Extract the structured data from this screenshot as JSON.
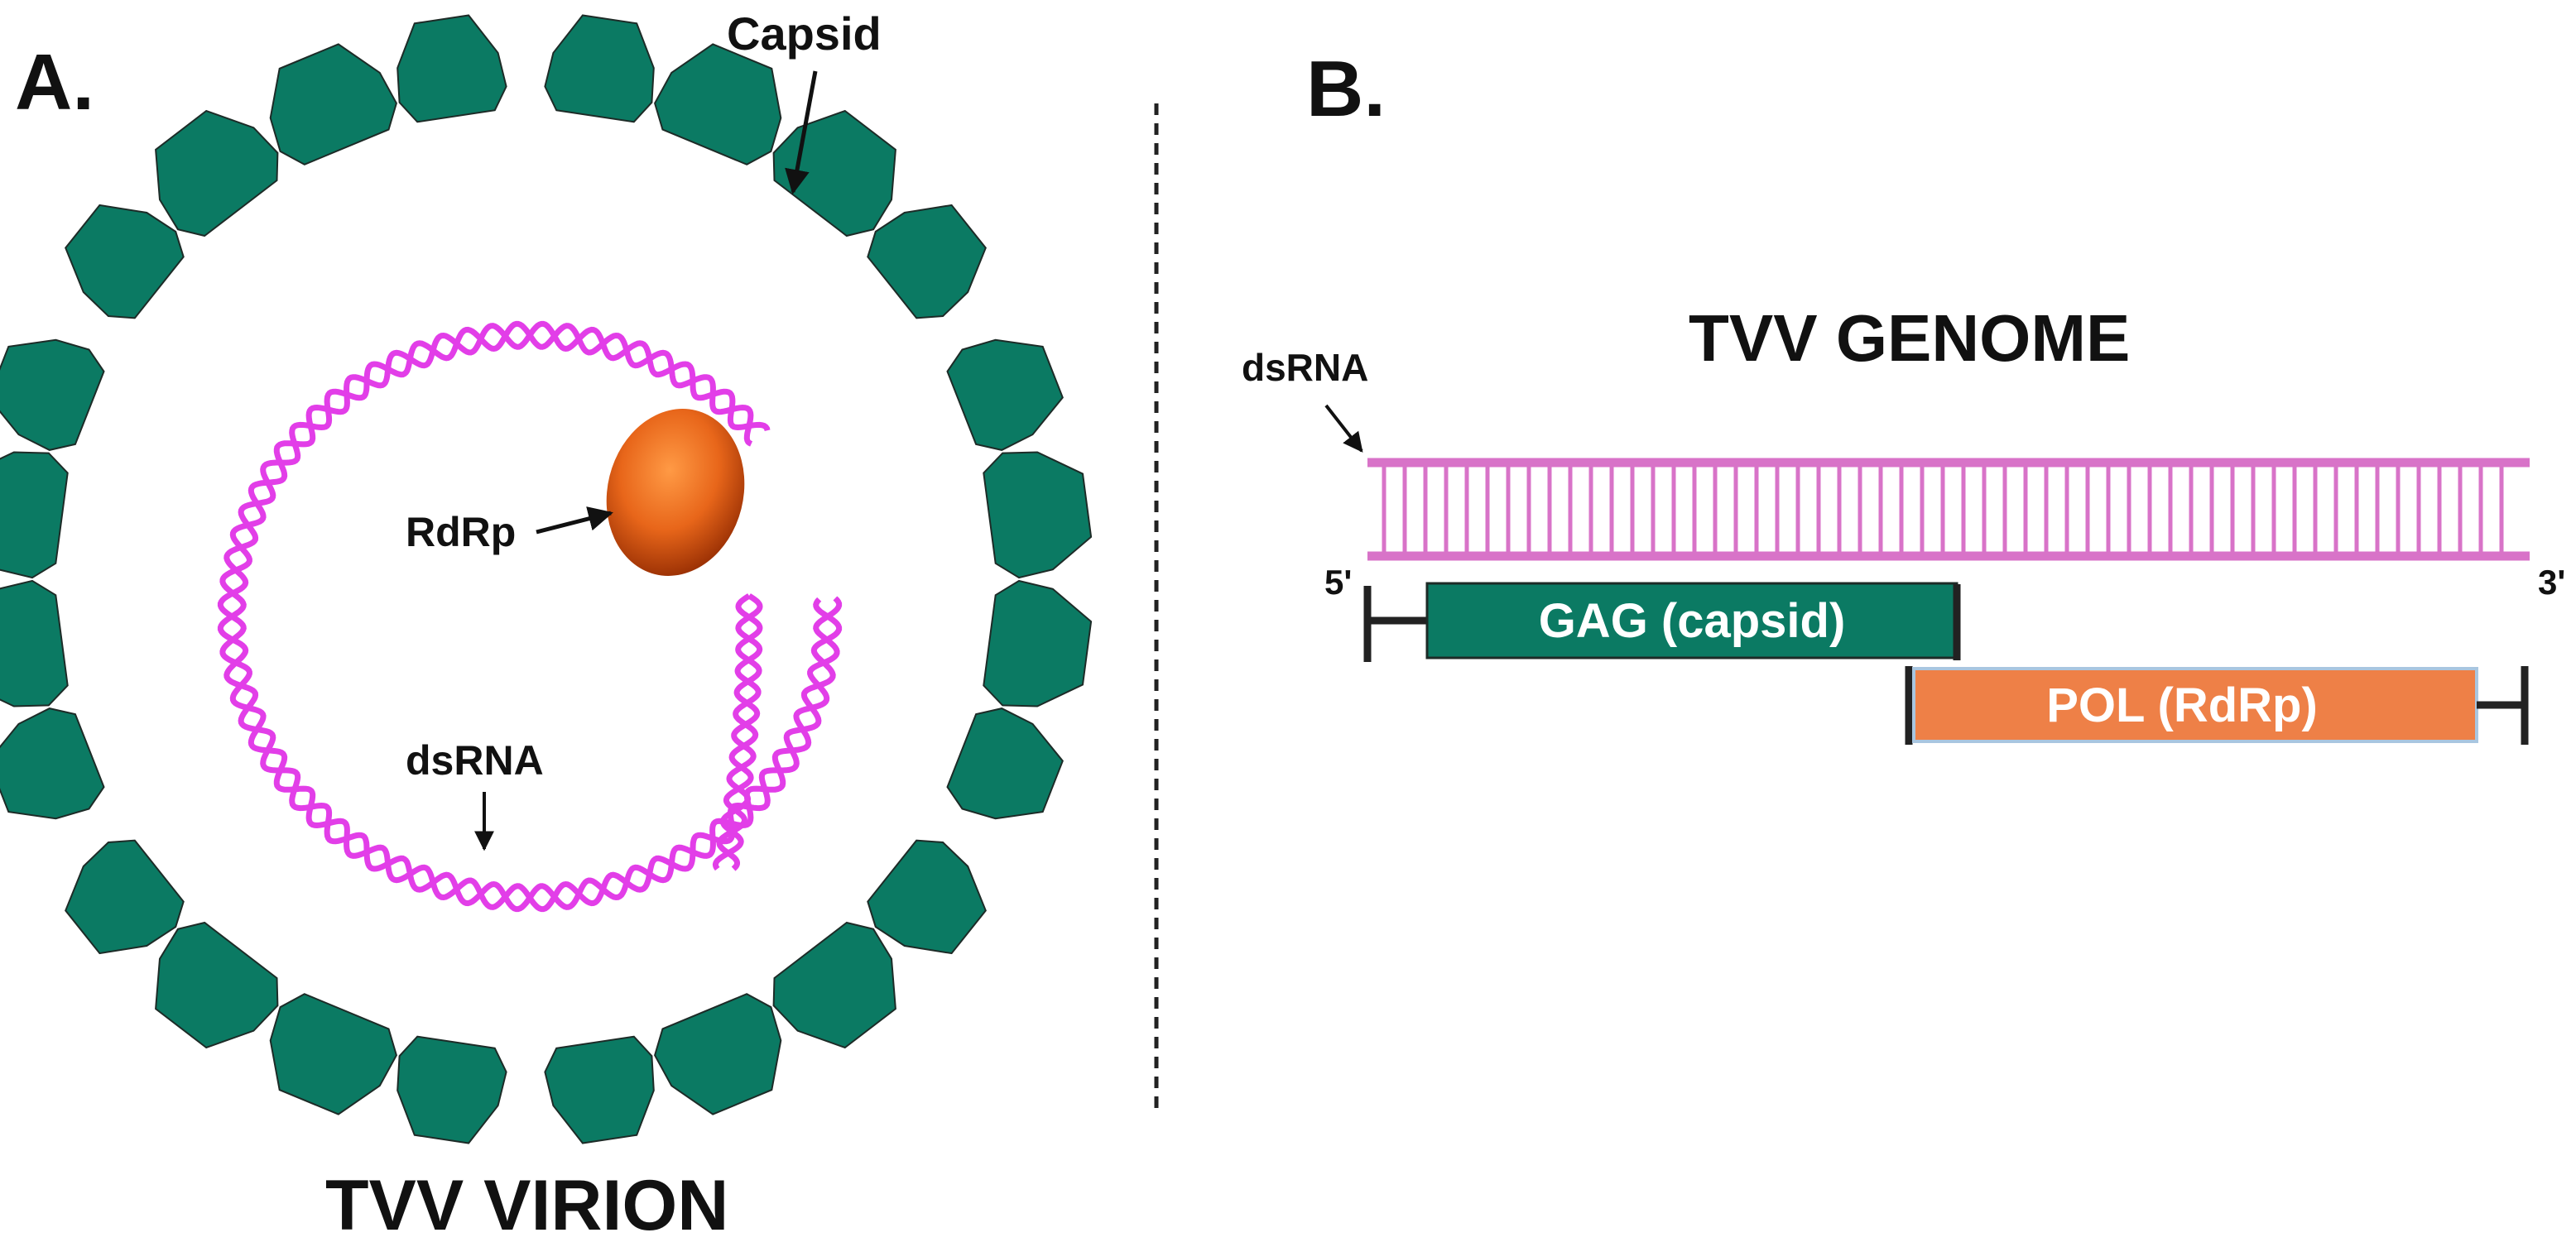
{
  "colors": {
    "capsid": "#0b7a63",
    "capsid_stroke": "#1d2b27",
    "rna": "#e23ee8",
    "genome_rna": "#d873c8",
    "rdrp_light": "#ff8b3a",
    "rdrp_dark": "#b03a05",
    "gag": "#0b7a63",
    "pol": "#ee8047",
    "pol_border": "#a9c6e0",
    "divider": "#222222",
    "text": "#111111"
  },
  "panel_a": {
    "label": "A.",
    "capsid_label": "Capsid",
    "rdrp_label": "RdRp",
    "dsrna_label": "dsRNA",
    "title": "TVV VIRION"
  },
  "panel_b": {
    "label": "B.",
    "title": "TVV GENOME",
    "dsrna_label": "dsRNA",
    "five_prime": "5'",
    "three_prime": "3'",
    "gag_label": "GAG (capsid)",
    "pol_label": "POL (RdRp)"
  }
}
